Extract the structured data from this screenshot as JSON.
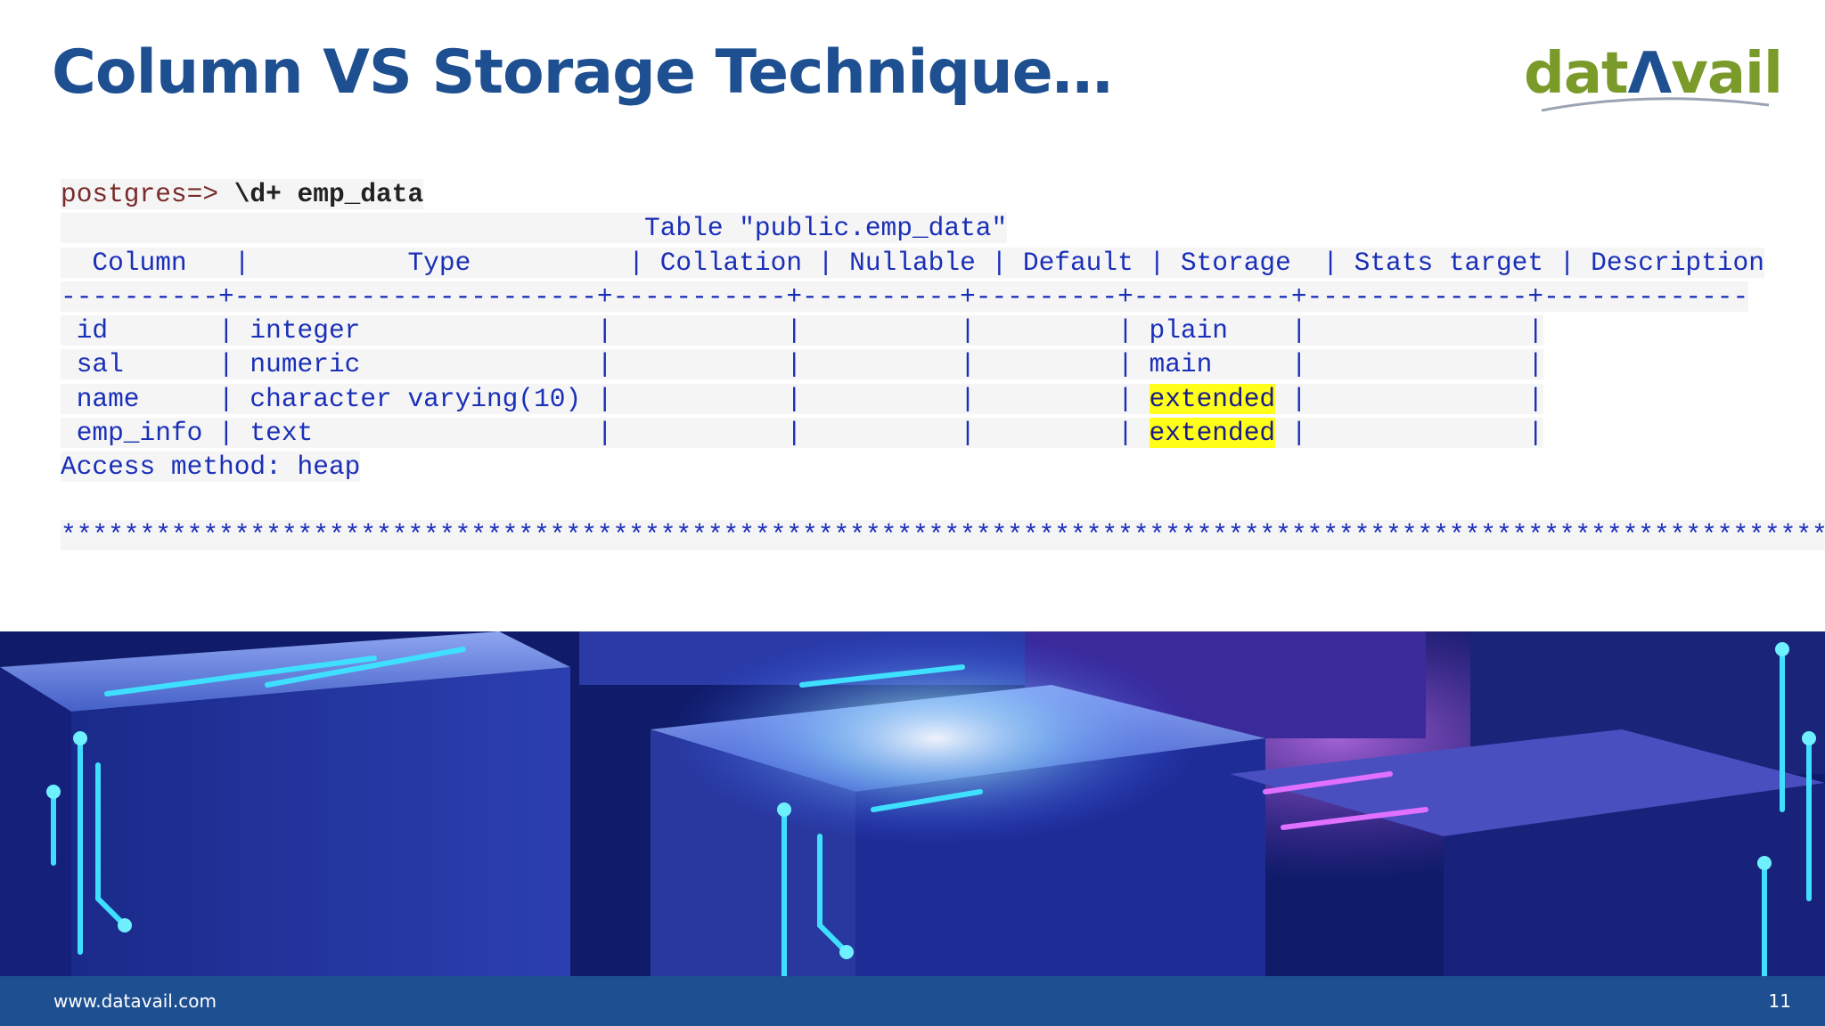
{
  "slide": {
    "title": "Column VS Storage Technique…",
    "logo_text": {
      "part1": "dat",
      "part2": "Λ",
      "part3": "vail"
    },
    "colors": {
      "title": "#1d4f91",
      "logo_green": "#7a9a2a",
      "footer": "#1d4f91",
      "highlight": "#ffff1a"
    }
  },
  "console": {
    "prompt": "postgres=> ",
    "command": "\\d+ emp_data",
    "table_title": "                                     Table \"public.emp_data\"",
    "header": "  Column   |          Type          | Collation | Nullable | Default | Storage  | Stats target | Description",
    "separator": "----------+-----------------------+-----------+----------+---------+----------+--------------+-------------",
    "rows": [
      {
        "pre": " id       | integer               |           |          |         | ",
        "storage": "plain",
        "post": "    |              |",
        "highlight": false
      },
      {
        "pre": " sal      | numeric               |           |          |         | ",
        "storage": "main",
        "post": "     |              |",
        "highlight": false
      },
      {
        "pre": " name     | character varying(10) |           |          |         | ",
        "storage": "extended",
        "post": " |              |",
        "highlight": true
      },
      {
        "pre": " emp_info | text                  |           |          |         | ",
        "storage": "extended",
        "post": " |              |",
        "highlight": true
      }
    ],
    "access_method": "Access method: heap",
    "stars": "*****************************************************************************************************************"
  },
  "footer": {
    "url": "www.datavail.com",
    "page_number": "11"
  }
}
